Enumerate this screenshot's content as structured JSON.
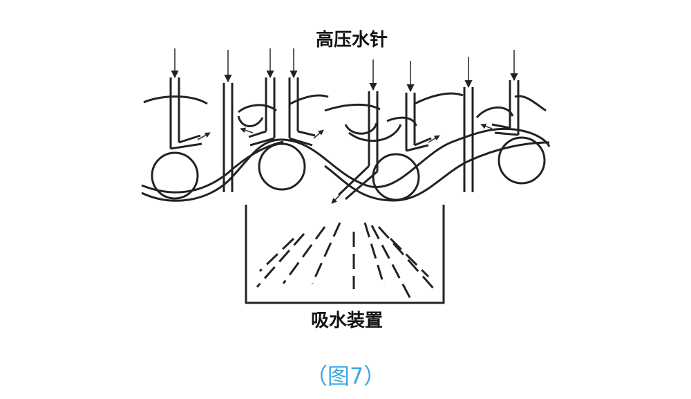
{
  "diagram": {
    "top_label": "高压水针",
    "bottom_label": "吸水装置"
  },
  "caption": "（图7）",
  "colors": {
    "line": "#222222",
    "caption": "#3ba7e0",
    "background": "#ffffff"
  }
}
